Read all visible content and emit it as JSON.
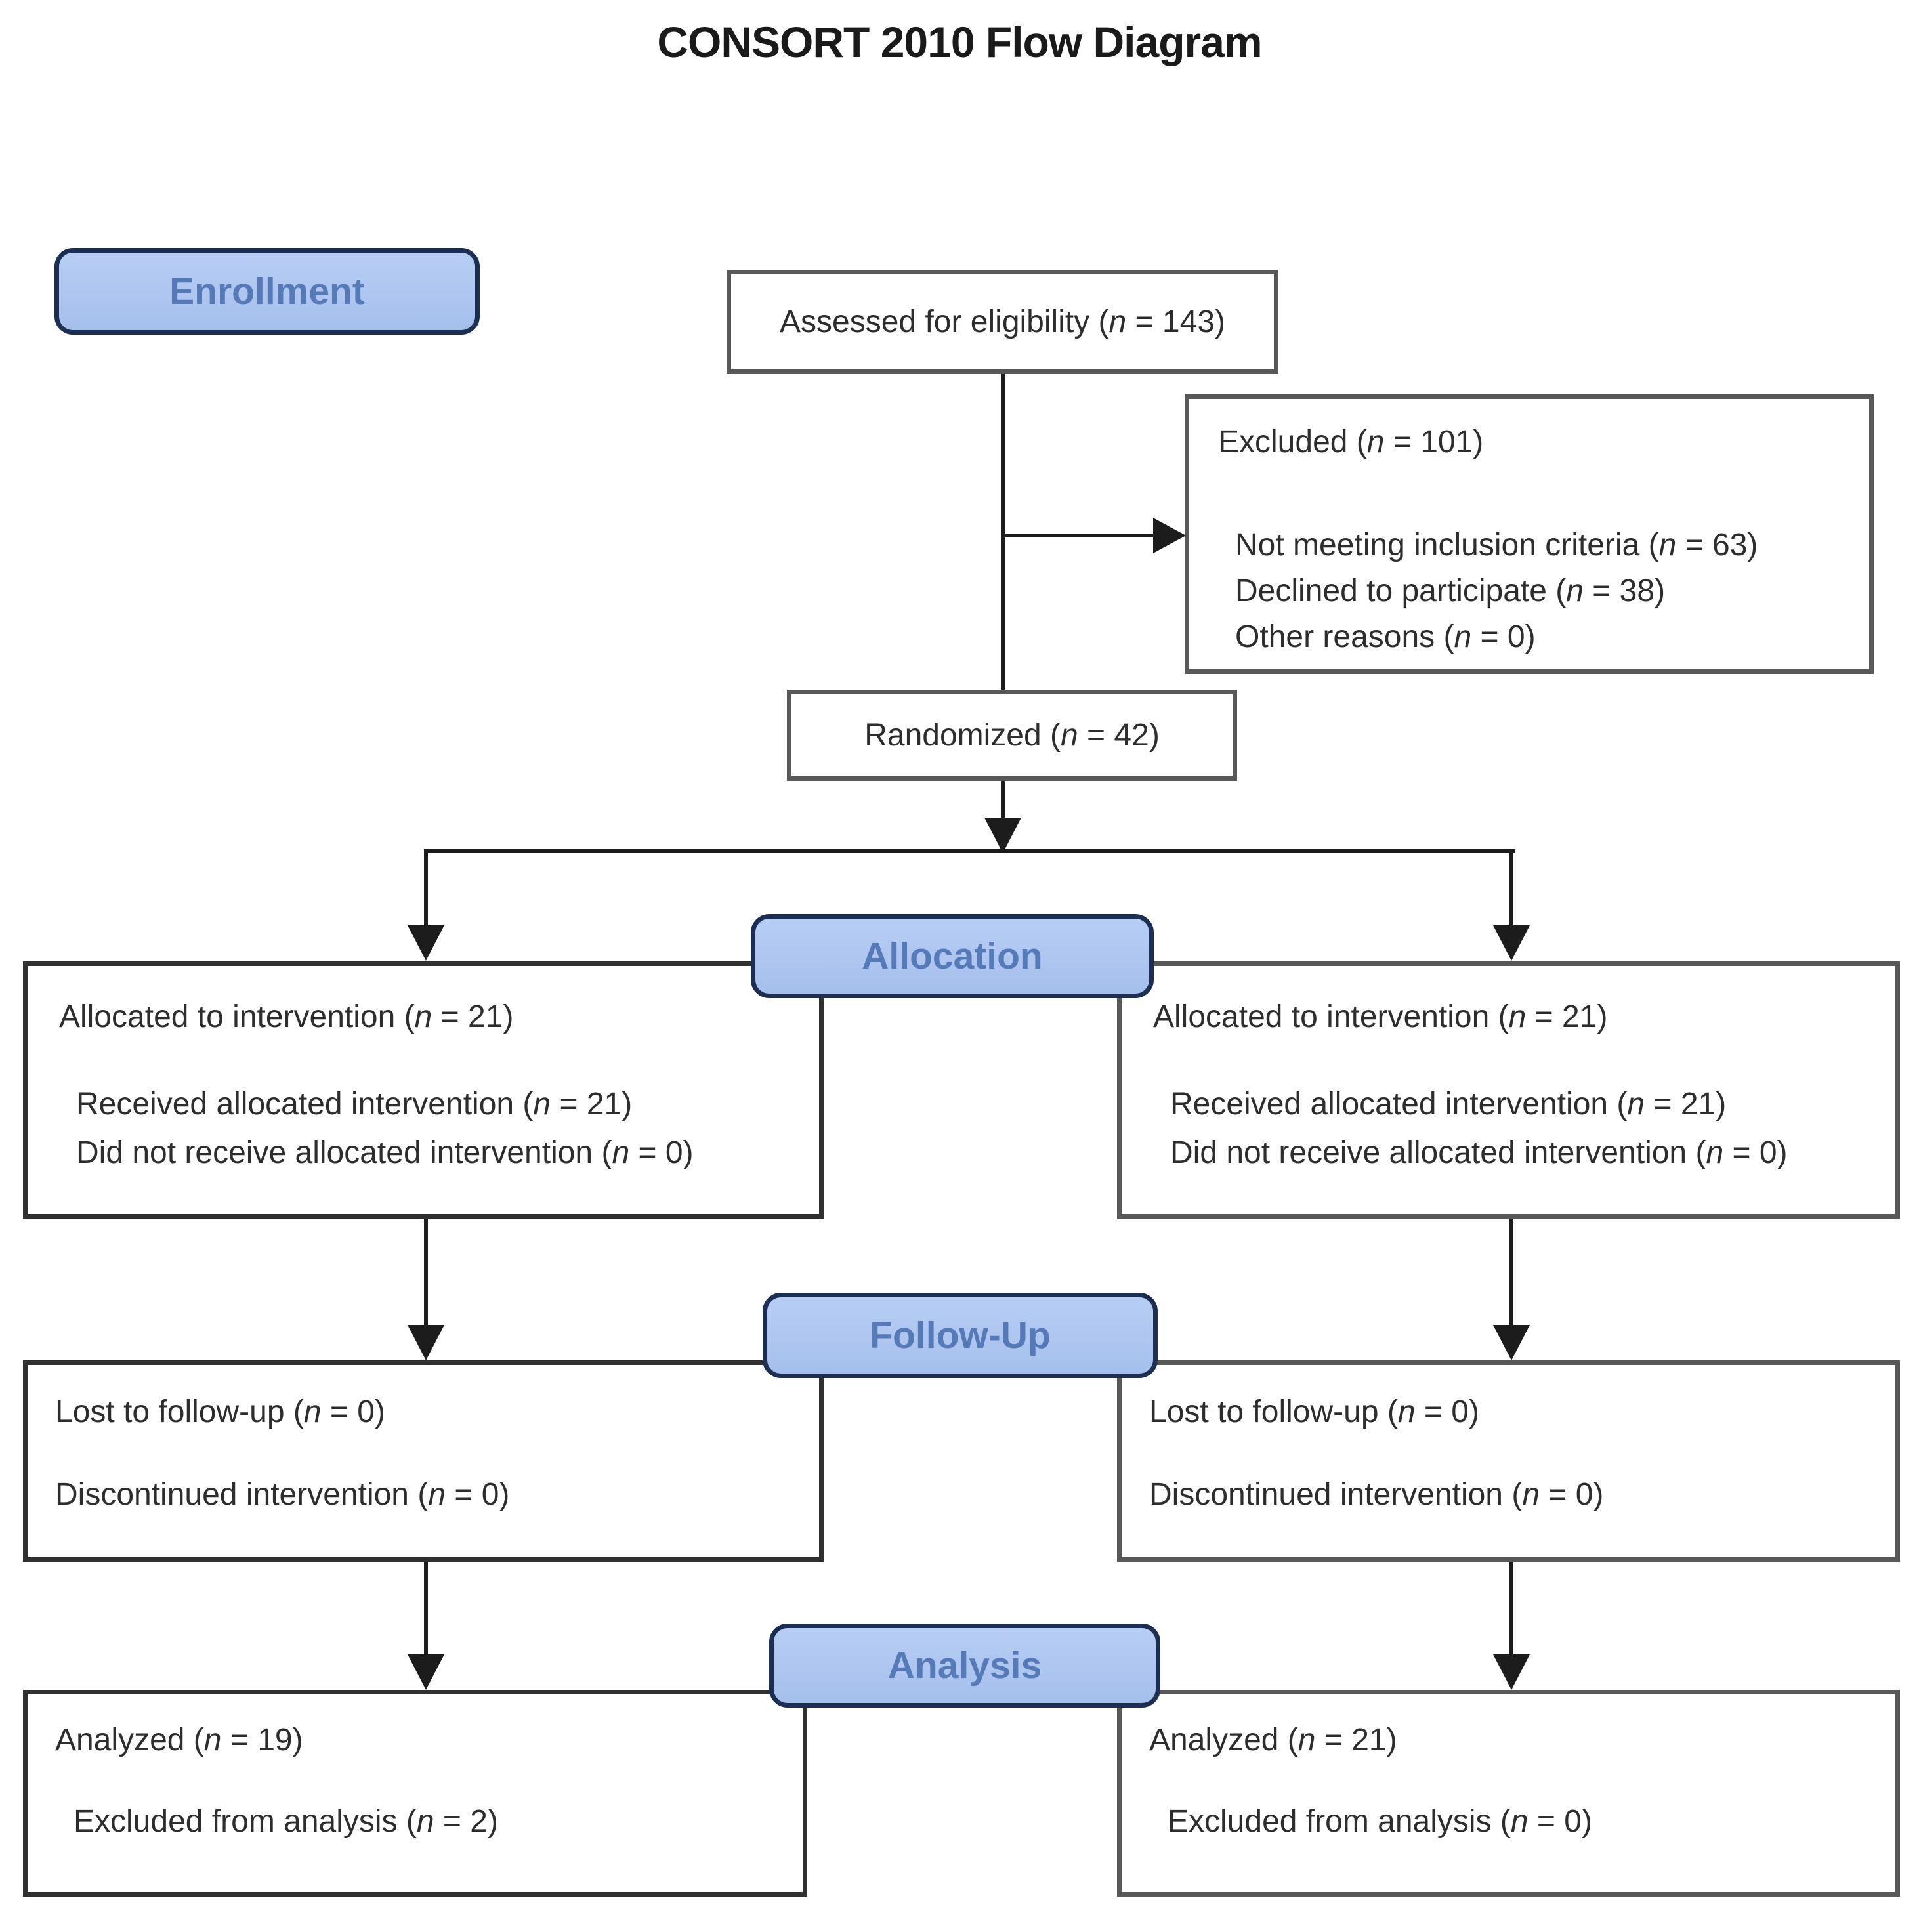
{
  "title": "CONSORT 2010 Flow Diagram",
  "sections": {
    "enrollment": "Enrollment",
    "allocation": "Allocation",
    "followup": "Follow-Up",
    "analysis": "Analysis"
  },
  "boxes": {
    "assessed": {
      "text": "Assessed for eligibility (n = 143)"
    },
    "excluded": {
      "title": "Excluded (n = 101)",
      "reasons": [
        "Not meeting inclusion criteria (n = 63)",
        "Declined to participate (n = 38)",
        "Other reasons (n = 0)"
      ]
    },
    "randomized": {
      "text": "Randomized (n = 42)"
    },
    "allocation_left": {
      "title": "Allocated to intervention (n = 21)",
      "details": [
        "Received allocated intervention (n = 21)",
        "Did not receive allocated intervention (n = 0)"
      ]
    },
    "allocation_right": {
      "title": "Allocated to intervention (n = 21)",
      "details": [
        "Received allocated intervention (n = 21)",
        "Did not receive allocated intervention (n = 0)"
      ]
    },
    "followup_left": {
      "title": "Lost to follow-up (n = 0)",
      "detail": "Discontinued intervention (n = 0)"
    },
    "followup_right": {
      "title": "Lost to follow-up (n = 0)",
      "detail": "Discontinued intervention (n = 0)"
    },
    "analysis_left": {
      "title": "Analyzed (n = 19)",
      "detail": "Excluded from analysis (n = 2)"
    },
    "analysis_right": {
      "title": "Analyzed (n = 21)",
      "detail": "Excluded from analysis (n = 0)"
    }
  },
  "colors": {
    "background": "#ffffff",
    "section_fill": "#aec6f0",
    "section_border": "#1c2e52",
    "section_text": "#567ab8",
    "box_border_gray": "#585858",
    "box_border_dark": "#303030",
    "text": "#2d2d2d",
    "line": "#1c1c1c",
    "title": "#1a1a1a"
  }
}
